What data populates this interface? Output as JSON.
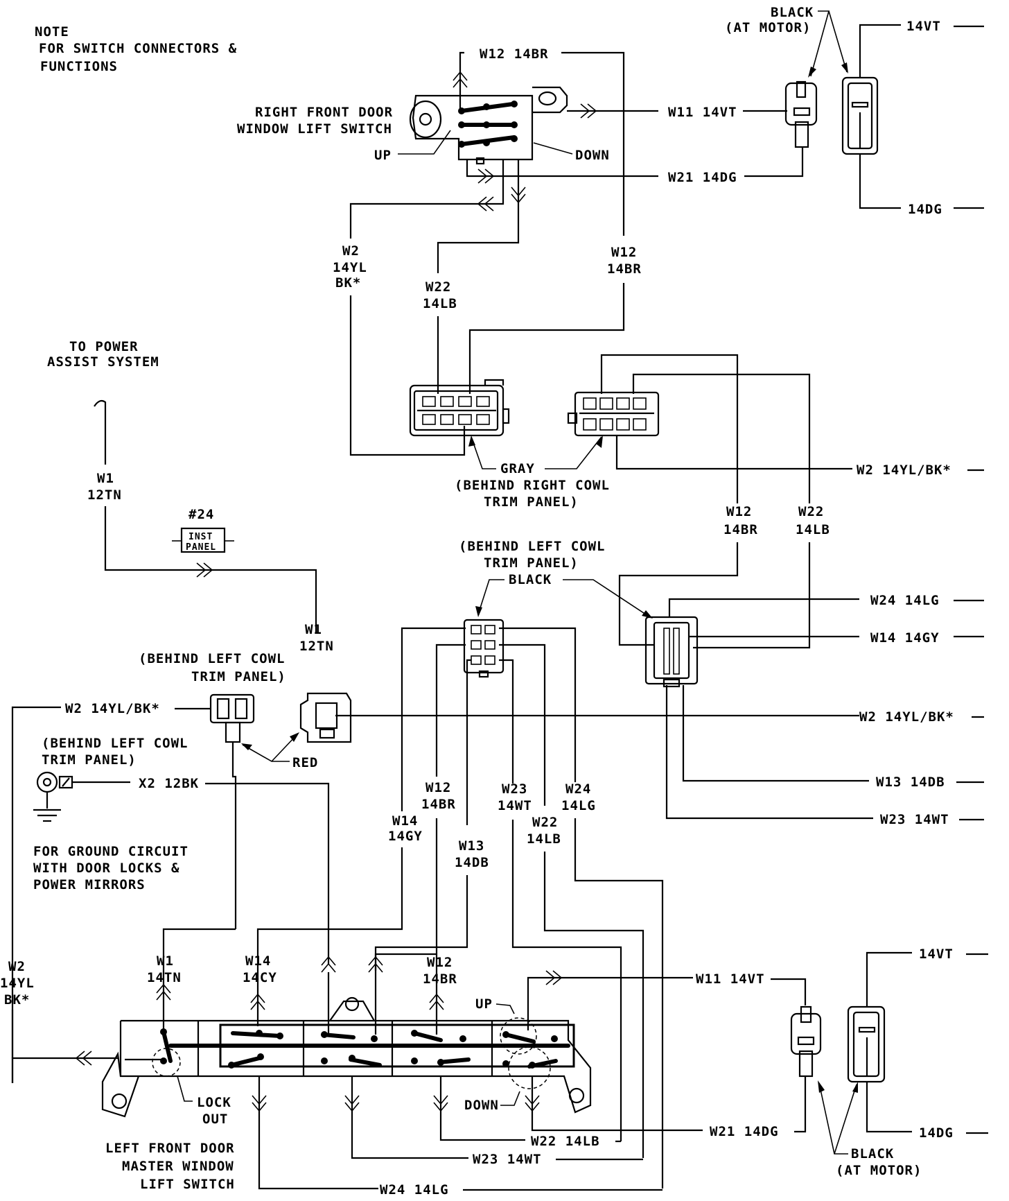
{
  "notes": {
    "note_line1": "NOTE",
    "note_line2": "FOR SWITCH CONNECTORS &",
    "note_line3": "FUNCTIONS",
    "power_assist_line1": "TO POWER",
    "power_assist_line2": "ASSIST SYSTEM",
    "ground_note_line1": "FOR GROUND CIRCUIT",
    "ground_note_line2": "WITH DOOR LOCKS &",
    "ground_note_line3": "POWER MIRRORS"
  },
  "components": {
    "rf_switch_line1": "RIGHT FRONT DOOR",
    "rf_switch_line2": "WINDOW LIFT SWITCH",
    "lf_switch_line1": "LEFT FRONT DOOR",
    "lf_switch_line2": "MASTER WINDOW",
    "lf_switch_line3": "LIFT SWITCH",
    "up": "UP",
    "down": "DOWN",
    "lock_line1": "LOCK",
    "lock_line2": "OUT",
    "fuse_num": "#24",
    "fuse_line1": "INST",
    "fuse_line2": "PANEL",
    "gray": "GRAY",
    "black": "BLACK",
    "red": "RED",
    "black_top_line1": "BLACK",
    "black_top_line2": "(AT MOTOR)",
    "black_bottom_line1": "BLACK",
    "black_bottom_line2": "(AT MOTOR)",
    "behind_right_line1": "(BEHIND RIGHT COWL",
    "behind_right_line2": "TRIM PANEL)",
    "behind_left_a_line1": "(BEHIND LEFT COWL",
    "behind_left_a_line2": "TRIM PANEL)",
    "behind_left_b_line1": "(BEHIND LEFT COWL",
    "behind_left_b_line2": "TRIM PANEL)",
    "behind_left_c_line1": "(BEHIND LEFT COWL",
    "behind_left_c_line2": "TRIM PANEL)"
  },
  "wires": {
    "w12_14br": "W12 14BR",
    "w11_14vt": "W11 14VT",
    "w21_14dg": "W21 14DG",
    "w2_a": "W2",
    "w2_b": "14YL",
    "w2_c": "BK*",
    "w22_a": "W22",
    "w22_b": "14LB",
    "w12_a": "W12",
    "w12_b": "14BR",
    "vt": "14VT",
    "dg": "14DG",
    "w1_a": "W1",
    "w1_b": "12TN",
    "w2_yl_bk": "W2 14YL/BK*",
    "w24_14lg": "W24 14LG",
    "w14_14gy": "W14 14GY",
    "w13_14db": "W13 14DB",
    "w23_14wt": "W23 14WT",
    "x2_12bk": "X2 12BK",
    "w14_a": "W14",
    "w14_b": "14GY",
    "w13_a": "W13",
    "w13_b": "14DB",
    "w23_a": "W23",
    "w23_b": "14WT",
    "w24_a": "W24",
    "w24_b": "14LG",
    "w1_14tn_a": "W1",
    "w1_14tn_b": "14TN",
    "w14_14cy_b": "14CY",
    "w22_14lb": "W22 14LB"
  }
}
